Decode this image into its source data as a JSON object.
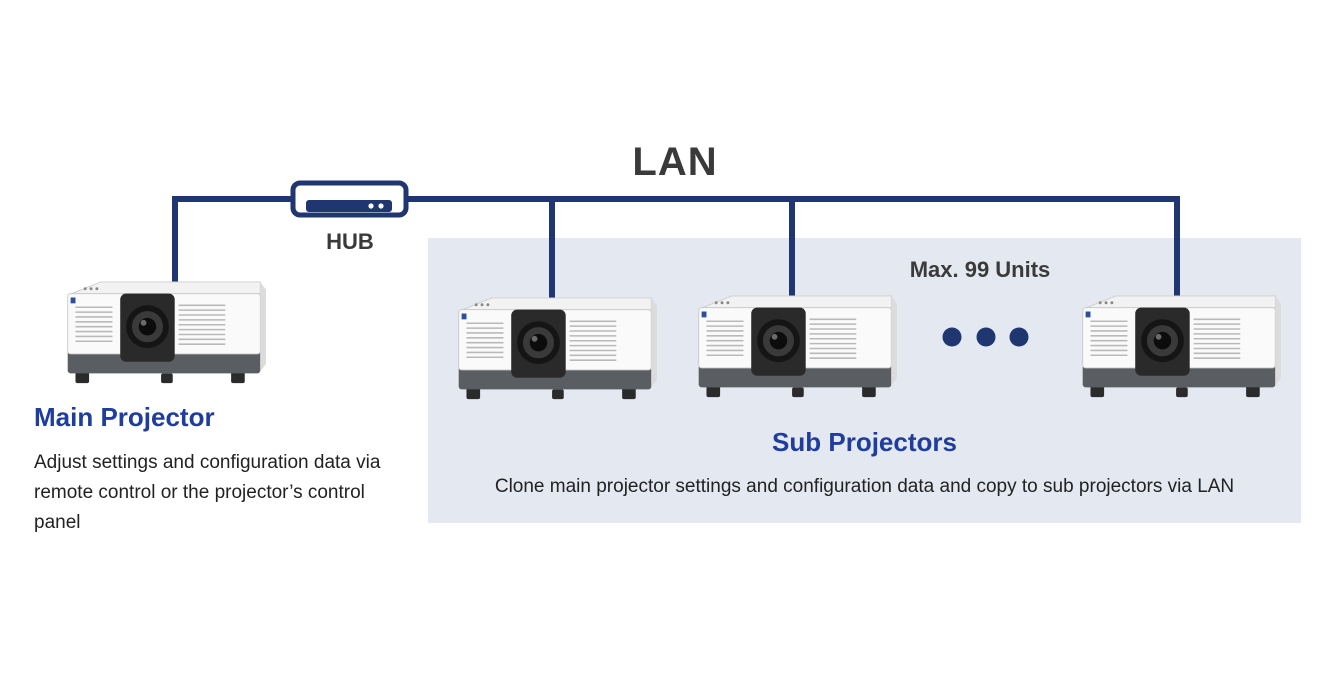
{
  "network": {
    "lan_label": "LAN",
    "hub_label": "HUB",
    "max_units_label": "Max. 99 Units",
    "line_color": "#1f3670"
  },
  "main_projector": {
    "title": "Main Projector",
    "description": "Adjust settings and configuration data via remote control or the projector’s control panel"
  },
  "sub_projectors": {
    "title": "Sub Projectors",
    "description": "Clone main projector settings and configuration data and copy to sub projectors via LAN",
    "panel_color": "#e4e8f1"
  },
  "colors": {
    "accent": "#1f3d9c",
    "dots": "#1f3670"
  }
}
